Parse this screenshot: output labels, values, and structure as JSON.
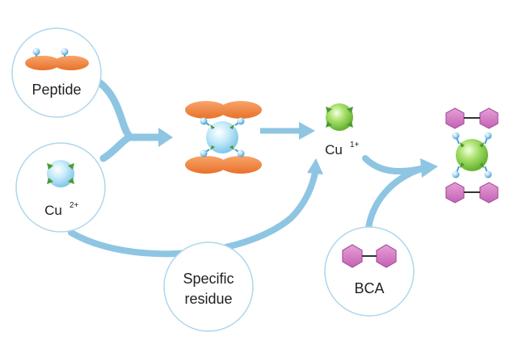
{
  "labels": {
    "peptide": "Peptide",
    "cu2_base": "Cu",
    "cu2_sup": "2+",
    "cu1_base": "Cu",
    "cu1_sup": "1+",
    "specific_line1": "Specific",
    "specific_line2": "residue",
    "bca": "BCA"
  },
  "colors": {
    "arrow": "#8ec5e3",
    "circle_border": "#aed6ec",
    "peptide_orange": "#f0843e",
    "copper_blue": "#a8dcf3",
    "copper_green": "#8dd14a",
    "hexagon_pink": "#d77fc4",
    "hexagon_stroke": "#a553a0",
    "stud_blue": "#7cbfe4",
    "tab_green": "#4f9a33"
  },
  "icons": {
    "peptide_diagram": "peptide-icon",
    "cu2_ion": "copper-ion-icon",
    "cu_peptide_complex": "copper-peptide-complex-icon",
    "cu1_ion": "copper-ion-icon",
    "bca_molecule": "bca-molecule-icon",
    "bca_cu_complex": "bca-copper-complex-icon"
  }
}
